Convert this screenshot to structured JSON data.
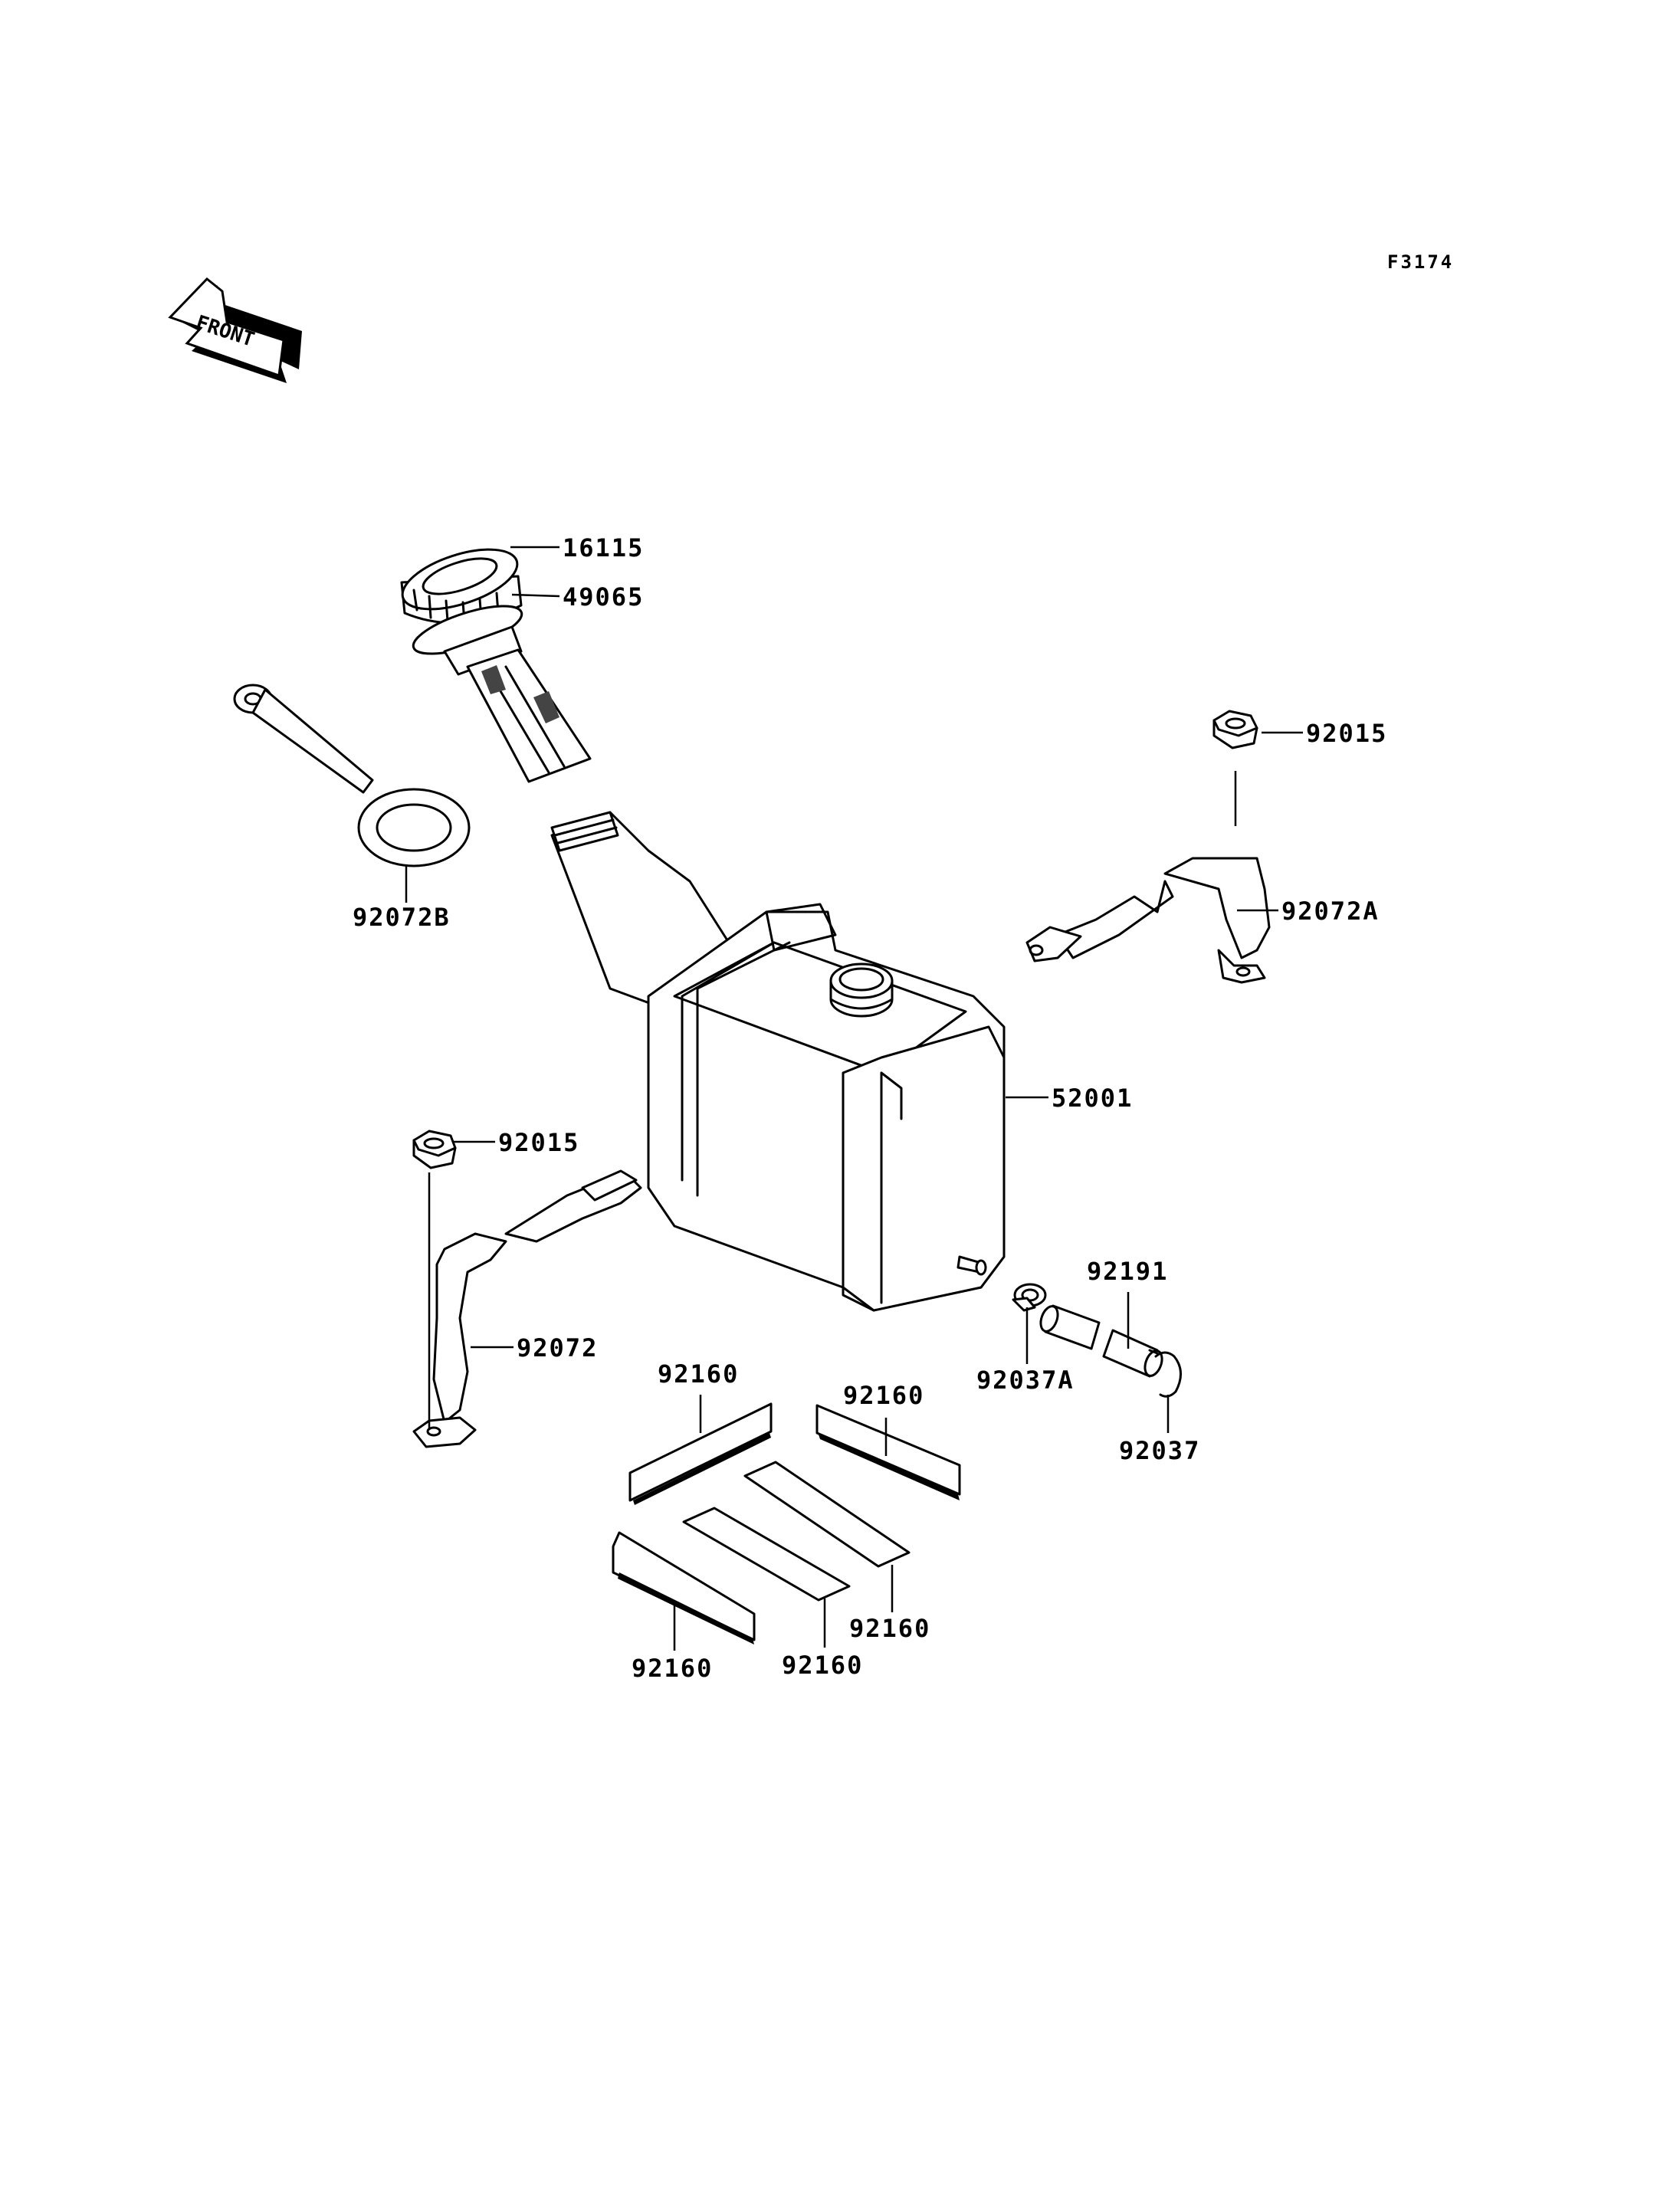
{
  "diagram": {
    "reference_code": "F3174",
    "front_indicator": "FRONT",
    "callouts": [
      {
        "id": "cap",
        "label": "16115"
      },
      {
        "id": "filter",
        "label": "49065"
      },
      {
        "id": "strap-ring",
        "label": "92072B"
      },
      {
        "id": "nut-right",
        "label": "92015"
      },
      {
        "id": "band-right",
        "label": "92072A"
      },
      {
        "id": "tank",
        "label": "52001"
      },
      {
        "id": "nut-left",
        "label": "92015"
      },
      {
        "id": "band-left",
        "label": "92072"
      },
      {
        "id": "hose",
        "label": "92191"
      },
      {
        "id": "clamp-a",
        "label": "92037A"
      },
      {
        "id": "clamp",
        "label": "92037"
      },
      {
        "id": "pad-1",
        "label": "92160"
      },
      {
        "id": "pad-2",
        "label": "92160"
      },
      {
        "id": "pad-3",
        "label": "92160"
      },
      {
        "id": "pad-4",
        "label": "92160"
      },
      {
        "id": "pad-5",
        "label": "92160"
      }
    ]
  }
}
